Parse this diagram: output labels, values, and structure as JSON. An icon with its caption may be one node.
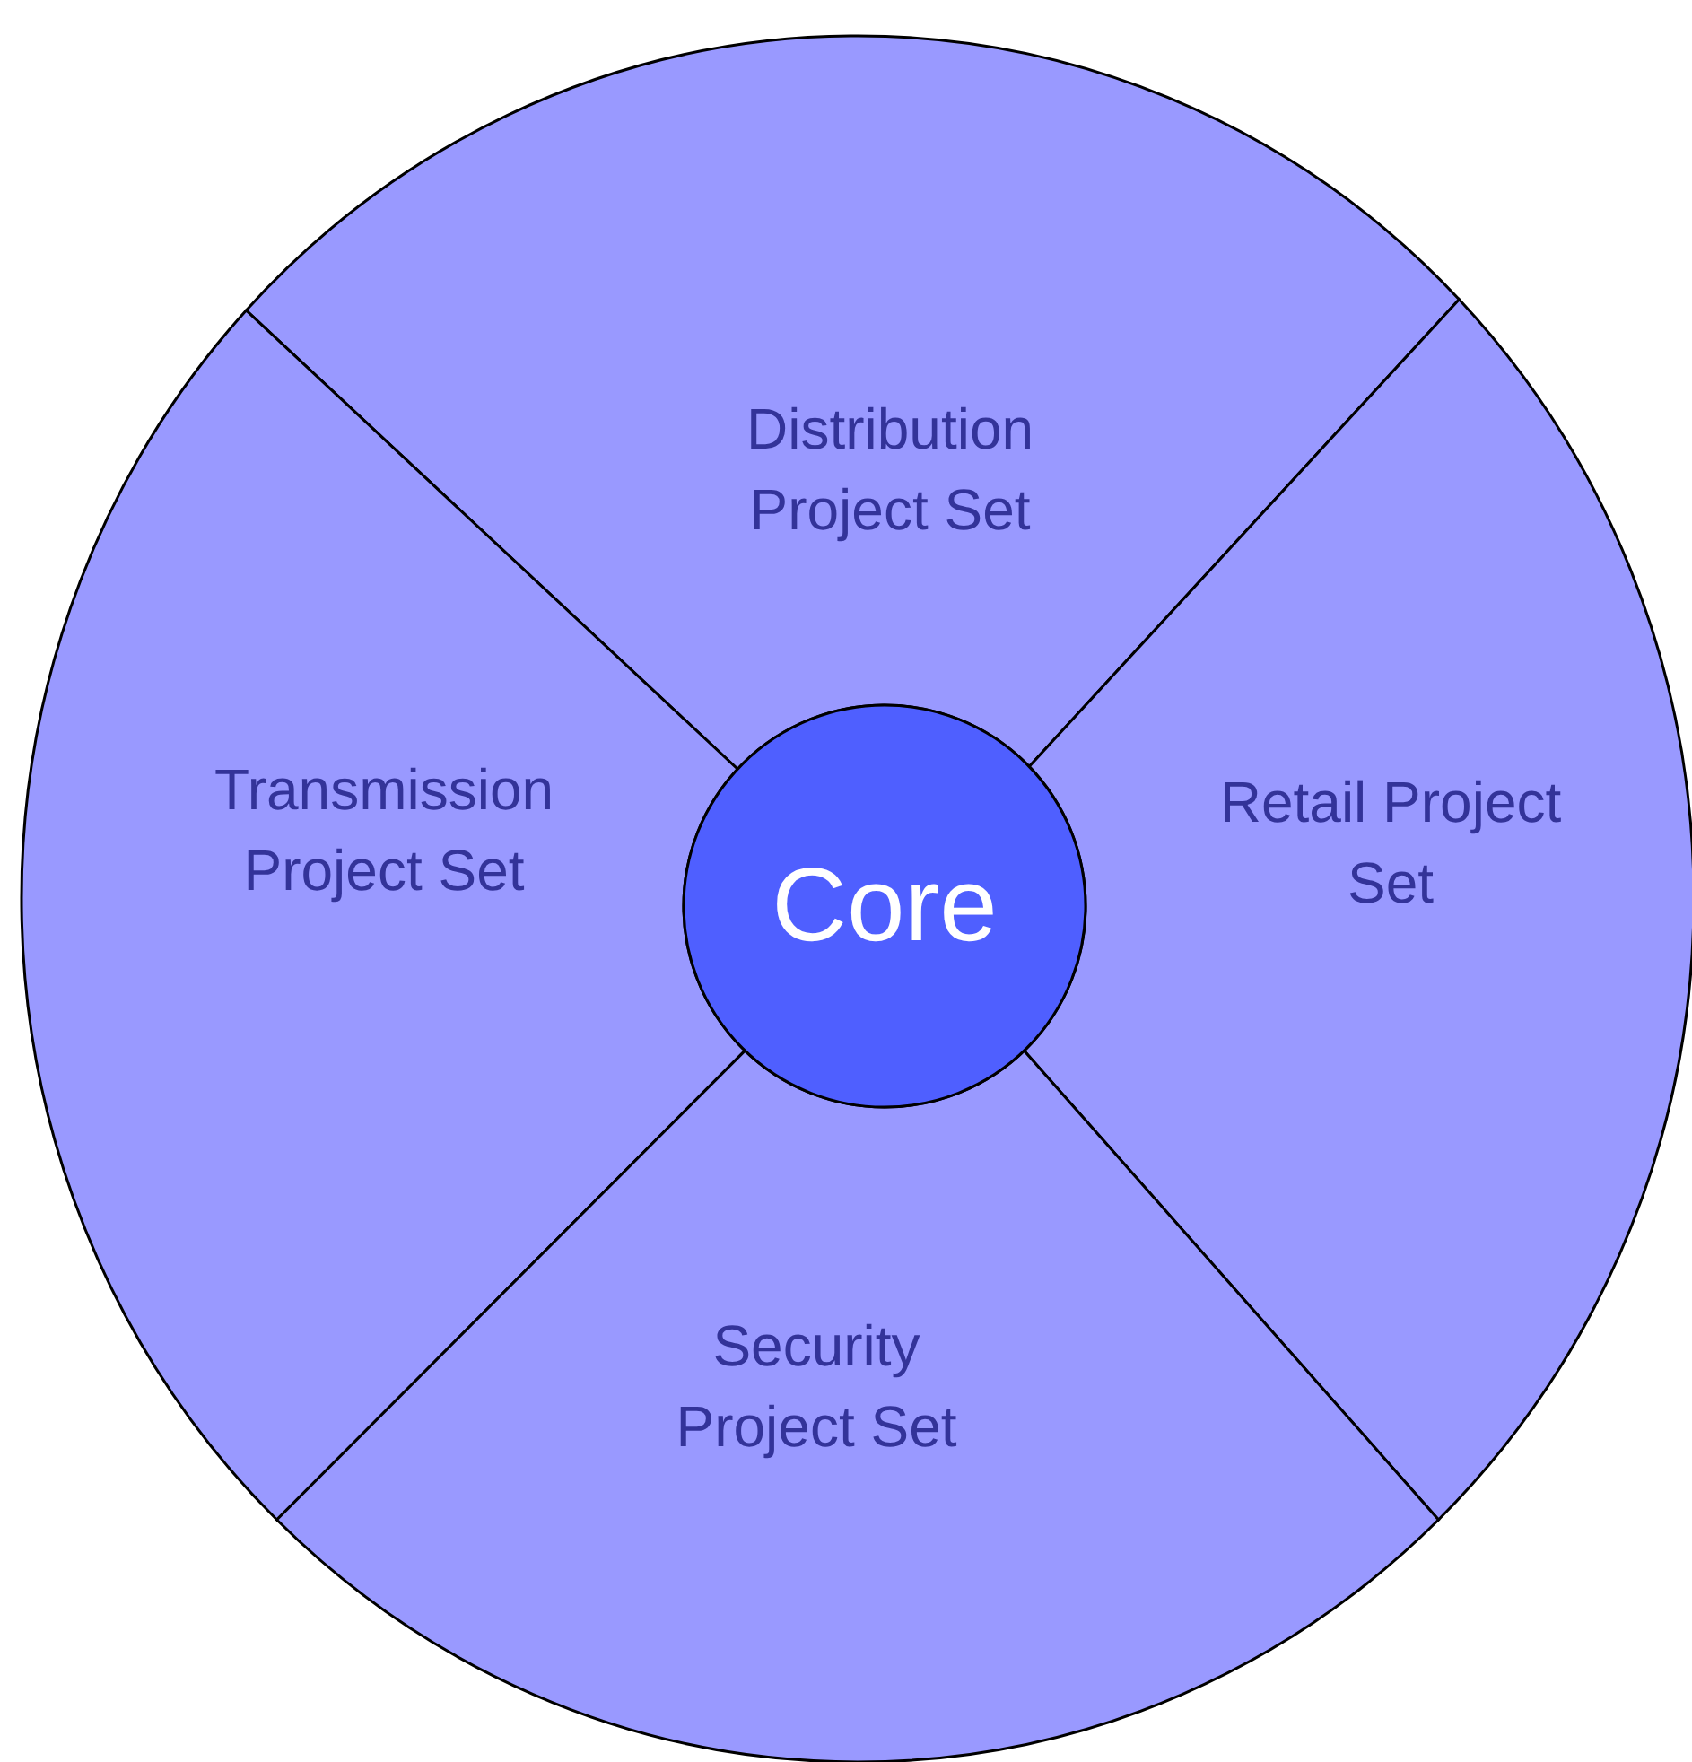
{
  "diagram": {
    "nodes": [
      {
        "text": [
          "Distribution Project Set"
        ]
      },
      {
        "text": [
          "Transmission Project Set"
        ]
      },
      {
        "text": [
          "Core"
        ]
      },
      {
        "text": [
          "Retail Project Set"
        ]
      },
      {
        "text": [
          "Security Project Set"
        ]
      }
    ]
  }
}
